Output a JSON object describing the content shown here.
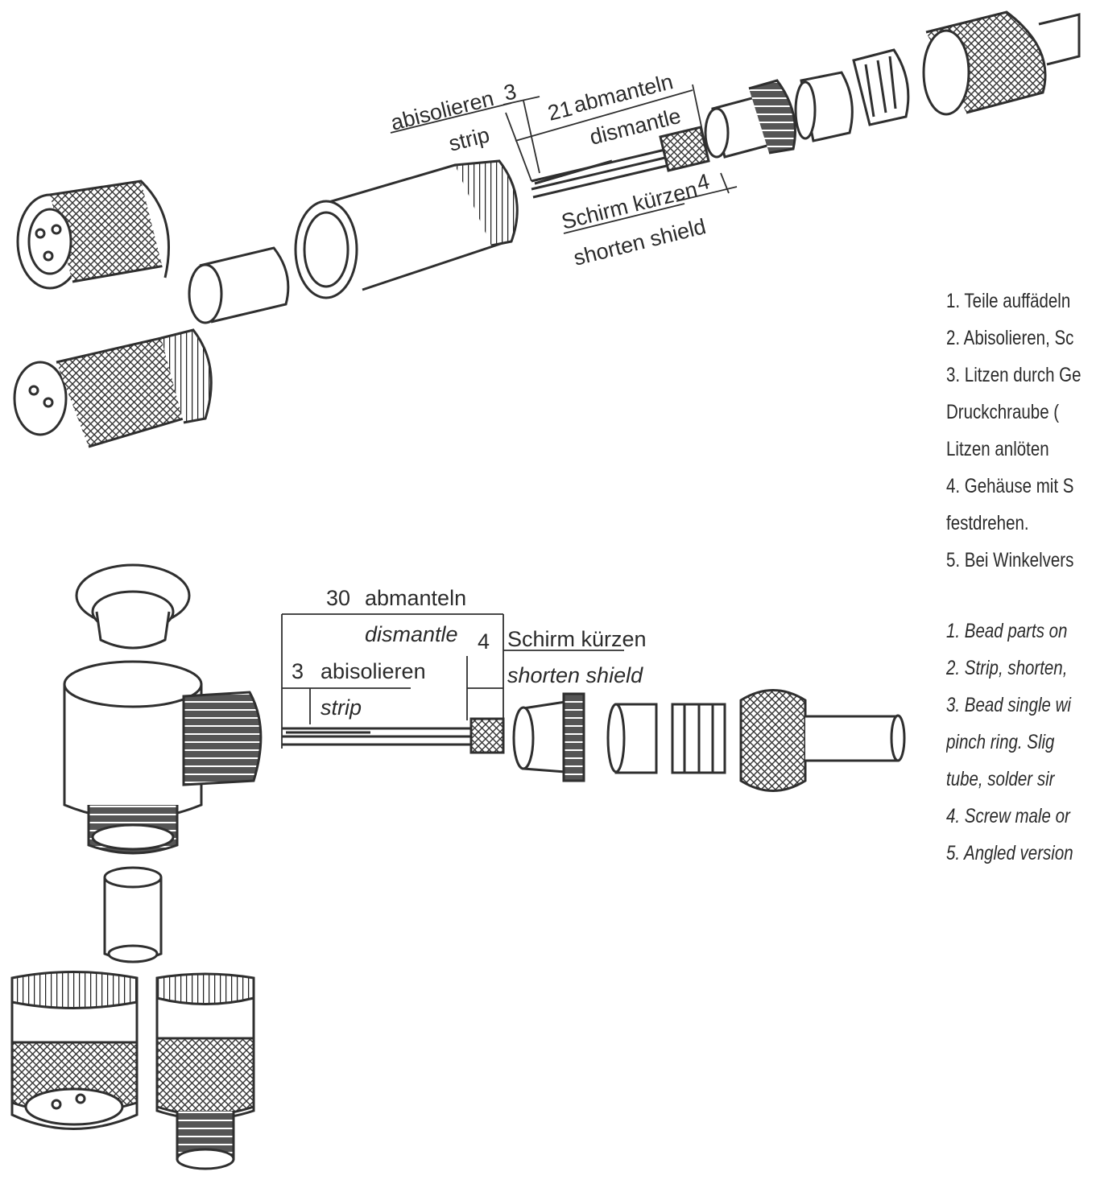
{
  "top_dimensions": {
    "strip_value": "3",
    "strip_de": "abisolieren",
    "strip_en": "strip",
    "dismantle_value": "21",
    "dismantle_de": "abmanteln",
    "dismantle_en": "dismantle",
    "shield_value": "4",
    "shield_de": "Schirm kürzen",
    "shield_en": "shorten shield"
  },
  "bottom_dimensions": {
    "dismantle_value": "30",
    "dismantle_de": "abmanteln",
    "dismantle_en": "dismantle",
    "shield_value": "4",
    "shield_de": "Schirm kürzen",
    "shield_en": "shorten shield",
    "strip_value": "3",
    "strip_de": "abisolieren",
    "strip_en": "strip"
  },
  "instructions_de": [
    "1.  Teile auffädeln",
    "2.  Abisolieren, Sc",
    "3.  Litzen durch Ge",
    "      Druckchraube (",
    "      Litzen anlöten",
    "4.  Gehäuse mit S",
    "      festdrehen.",
    "5.  Bei Winkelvers"
  ],
  "instructions_en": [
    "1.  Bead parts on",
    "2.  Strip, shorten,",
    "3.  Bead single wi",
    "      pinch ring. Slig",
    "      tube, solder sir",
    "4.  Screw male or",
    "5.  Angled version"
  ]
}
